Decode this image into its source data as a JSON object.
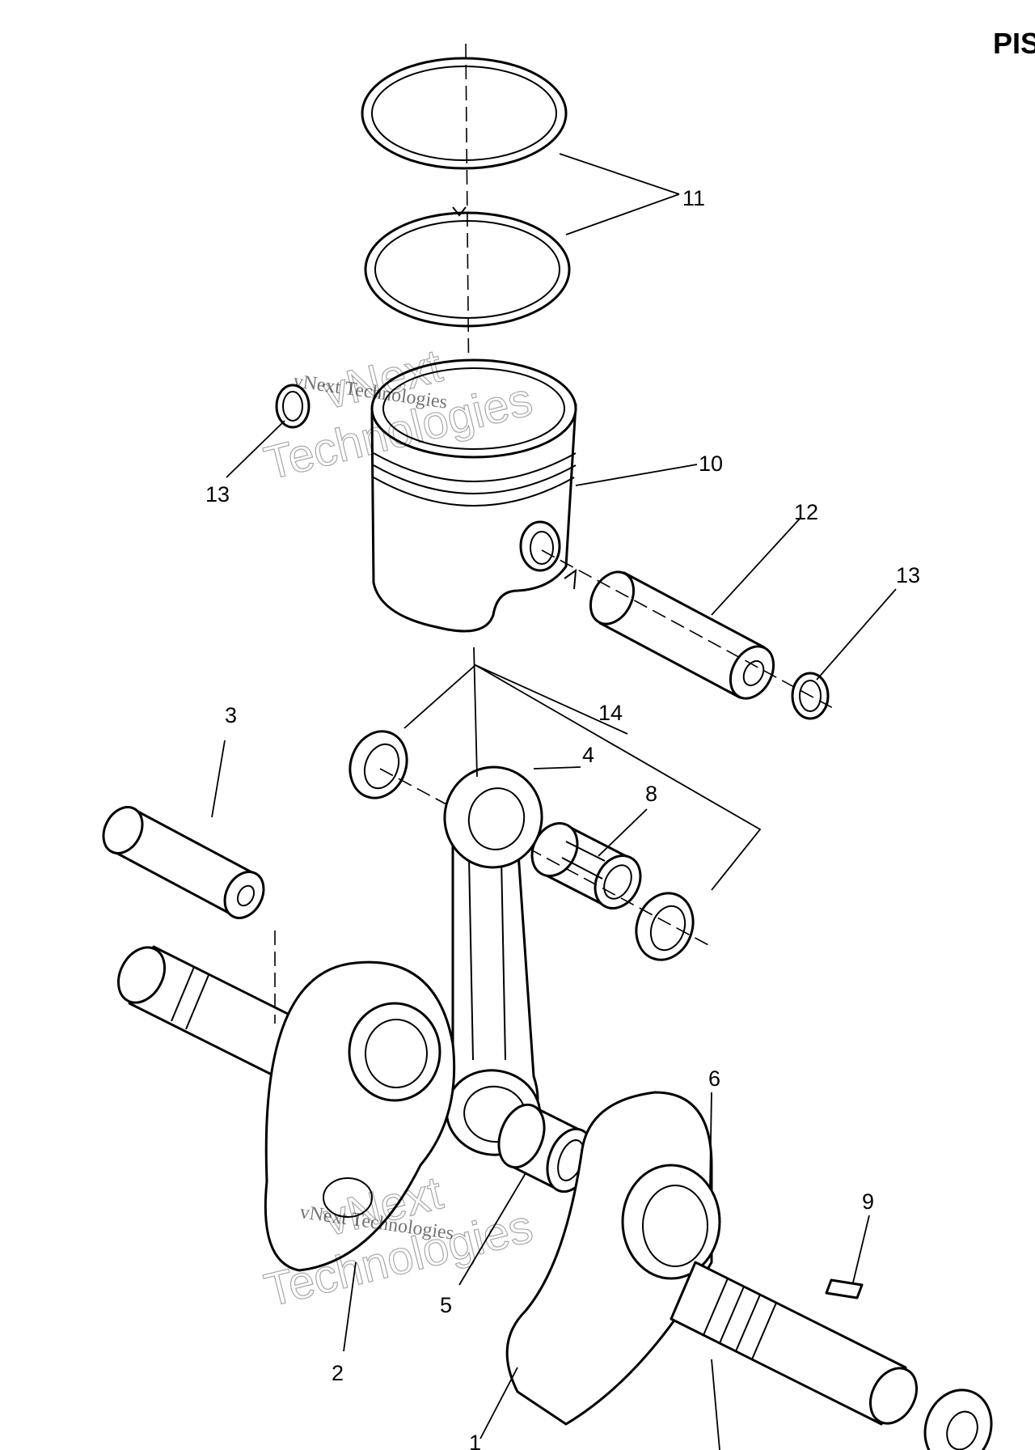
{
  "title": "PIS",
  "watermark": {
    "small": "vNext Technologies",
    "big_line1": "vNext",
    "big_line2": "Technologies"
  },
  "callouts": {
    "c1": "1",
    "c2": "2",
    "c3": "3",
    "c4": "4",
    "c5": "5",
    "c6": "6",
    "c8": "8",
    "c9": "9",
    "c10": "10",
    "c11": "11",
    "c12": "12",
    "c13a": "13",
    "c13b": "13",
    "c14": "14"
  }
}
